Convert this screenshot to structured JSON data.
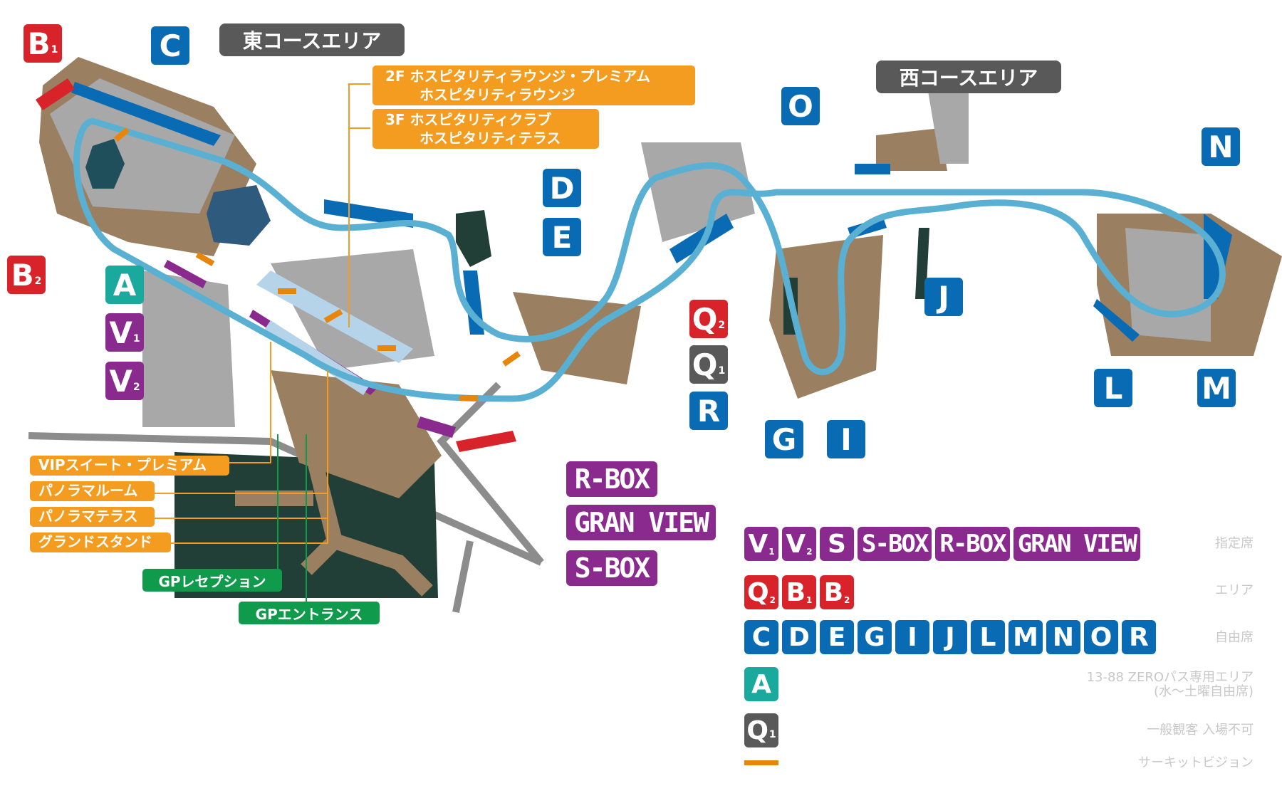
{
  "areas": {
    "east": "東コースエリア",
    "west": "西コースエリア"
  },
  "seat_badges": [
    {
      "id": "B",
      "sub": "1",
      "color": "red"
    },
    {
      "id": "C",
      "sub": "",
      "color": "blue"
    },
    {
      "id": "B",
      "sub": "2",
      "color": "red"
    },
    {
      "id": "A",
      "sub": "",
      "color": "teal"
    },
    {
      "id": "V",
      "sub": "1",
      "color": "purple"
    },
    {
      "id": "V",
      "sub": "2",
      "color": "purple"
    },
    {
      "id": "D",
      "sub": "",
      "color": "blue"
    },
    {
      "id": "E",
      "sub": "",
      "color": "blue"
    },
    {
      "id": "O",
      "sub": "",
      "color": "blue"
    },
    {
      "id": "N",
      "sub": "",
      "color": "blue"
    },
    {
      "id": "J",
      "sub": "",
      "color": "blue"
    },
    {
      "id": "Q",
      "sub": "2",
      "color": "red"
    },
    {
      "id": "Q",
      "sub": "1",
      "color": "gray"
    },
    {
      "id": "R",
      "sub": "",
      "color": "blue"
    },
    {
      "id": "G",
      "sub": "",
      "color": "blue"
    },
    {
      "id": "I",
      "sub": "",
      "color": "blue"
    },
    {
      "id": "L",
      "sub": "",
      "color": "blue"
    },
    {
      "id": "M",
      "sub": "",
      "color": "blue"
    }
  ],
  "hospitality": {
    "floor2": [
      "2F ホスピタリティラウンジ・プレミアム",
      "ホスピタリティラウンジ"
    ],
    "floor3": [
      "3F ホスピタリティクラブ",
      "ホスピタリティテラス"
    ]
  },
  "orange_labels": [
    "VIPスイート・プレミアム",
    "パノラマルーム",
    "パノラマテラス",
    "グランドスタンド"
  ],
  "green_labels": [
    "GPレセプション",
    "GPエントランス"
  ],
  "premium_boxes": [
    "R-BOX",
    "GRAN VIEW",
    "S-BOX"
  ],
  "legend": {
    "row1": {
      "badges": [
        {
          "id": "V",
          "sub": "1"
        },
        {
          "id": "V",
          "sub": "2"
        },
        {
          "id": "S",
          "sub": ""
        },
        {
          "id": "S-BOX",
          "sub": ""
        },
        {
          "id": "R-BOX",
          "sub": ""
        },
        {
          "id": "GRAN VIEW",
          "sub": ""
        }
      ],
      "text": "指定席"
    },
    "row2": {
      "badges": [
        {
          "id": "Q",
          "sub": "2"
        },
        {
          "id": "B",
          "sub": "1"
        },
        {
          "id": "B",
          "sub": "2"
        }
      ],
      "text": "エリア"
    },
    "row3": {
      "badges": [
        "C",
        "D",
        "E",
        "G",
        "I",
        "J",
        "L",
        "M",
        "N",
        "O",
        "R"
      ],
      "text": "自由席"
    },
    "row4": {
      "badge": "A",
      "text_lines": [
        "13-88 ZEROパス専用エリア",
        "(水〜土曜自由席)"
      ]
    },
    "row5": {
      "badge": {
        "id": "Q",
        "sub": "1"
      },
      "text": "一般観客 入場不可"
    },
    "row6": {
      "text": "サーキットビジョン",
      "color": "#e8860c"
    }
  },
  "colors": {
    "blue": "#0a6bb5",
    "red": "#d9232b",
    "teal": "#1aa99d",
    "purple": "#8a2a8e",
    "gray": "#595959",
    "orange": "#f39c1f",
    "green": "#0f9b4b",
    "track": "#5ab0d3",
    "ground": "#9a7f60",
    "forest": "#213f37"
  }
}
